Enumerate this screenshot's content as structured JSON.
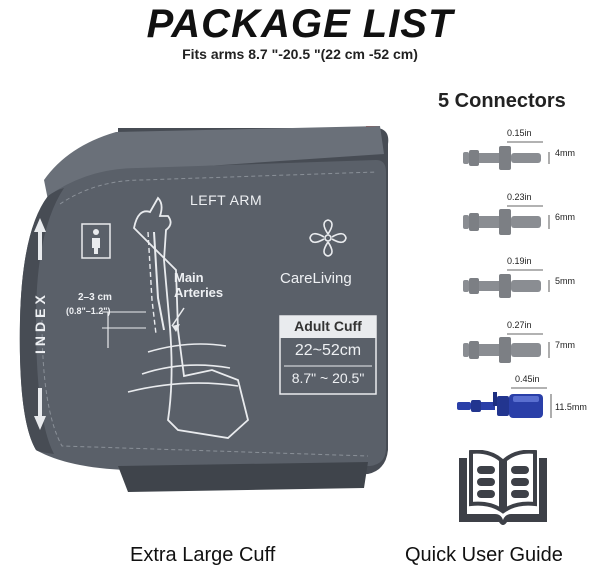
{
  "title": "PACKAGE LIST",
  "subtitle": "Fits arms 8.7 \"-20.5 \"(22 cm -52 cm)",
  "connectors_title": "5 Connectors",
  "cuff": {
    "label": "Extra Large Cuff",
    "left_arm": "LEFT ARM",
    "main": "Main",
    "arteries": "Arteries",
    "range_cm": "2–3 cm",
    "range_in": "(0.8\"–1.2\")",
    "index": "INDEX",
    "brand": "CareLiving",
    "adult_cuff": "Adult Cuff",
    "size_cm": "22~52cm",
    "size_in": "8.7\" ~ 20.5\""
  },
  "connectors": [
    {
      "width_label": "0.15in",
      "height_label": "4mm",
      "color": "#8a8d92"
    },
    {
      "width_label": "0.23in",
      "height_label": "6mm",
      "color": "#8a8d92"
    },
    {
      "width_label": "0.19in",
      "height_label": "5mm",
      "color": "#8a8d92"
    },
    {
      "width_label": "0.27in",
      "height_label": "7mm",
      "color": "#8a8d92"
    },
    {
      "width_label": "0.45in",
      "height_label": "11.5mm",
      "color": "#2a3fa8"
    }
  ],
  "guide_label": "Quick User Guide",
  "colors": {
    "cuff": "#5a6069",
    "cuff_dark": "#474c54",
    "guide": "#3d4047"
  }
}
